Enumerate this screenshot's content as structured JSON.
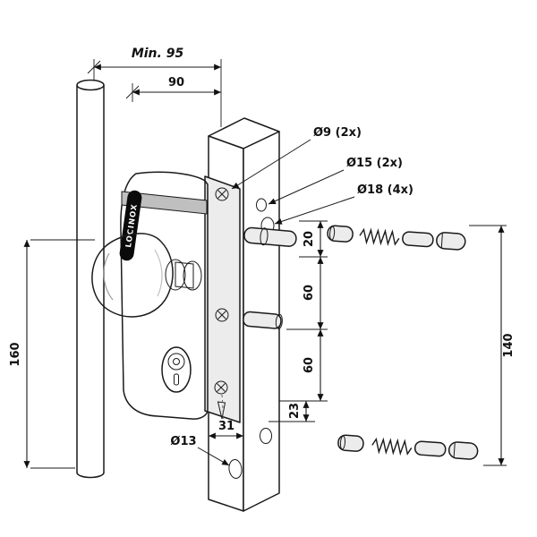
{
  "drawing": {
    "brand": "LOCINOX",
    "dims": {
      "min_width": "Min. 95",
      "width_90": "90",
      "dia_9": "Ø9 (2x)",
      "dia_15": "Ø15 (2x)",
      "dia_18": "Ø18 (4x)",
      "len_20": "20",
      "len_60_top": "60",
      "len_60_bottom": "60",
      "len_23": "23",
      "len_31": "31",
      "dia_13": "Ø13",
      "len_160": "160",
      "len_140": "140"
    }
  }
}
